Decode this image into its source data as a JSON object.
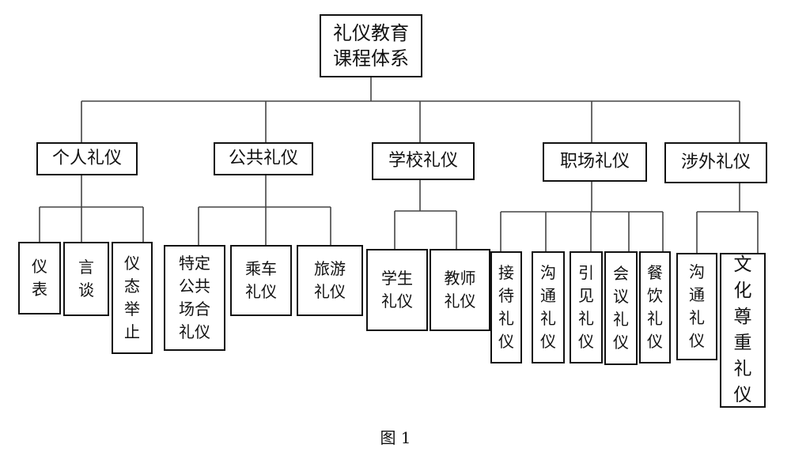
{
  "root": {
    "lines": [
      "礼仪教育",
      "课程体系"
    ]
  },
  "categories": [
    {
      "label": "个人礼仪",
      "children": [
        {
          "lines": [
            "仪",
            "表"
          ]
        },
        {
          "lines": [
            "言",
            "谈"
          ]
        },
        {
          "lines": [
            "仪",
            "态",
            "举",
            "止"
          ]
        }
      ]
    },
    {
      "label": "公共礼仪",
      "children": [
        {
          "lines": [
            "特定",
            "公共",
            "场合",
            "礼仪"
          ]
        },
        {
          "lines": [
            "乘车",
            "礼仪"
          ]
        },
        {
          "lines": [
            "旅游",
            "礼仪"
          ]
        }
      ]
    },
    {
      "label": "学校礼仪",
      "children": [
        {
          "lines": [
            "学生",
            "礼仪"
          ]
        },
        {
          "lines": [
            "教师",
            "礼仪"
          ]
        }
      ]
    },
    {
      "label": "职场礼仪",
      "children": [
        {
          "lines": [
            "接",
            "待",
            "礼",
            "仪"
          ]
        },
        {
          "lines": [
            "沟",
            "通",
            "礼",
            "仪"
          ]
        },
        {
          "lines": [
            "引",
            "见",
            "礼",
            "仪"
          ]
        },
        {
          "lines": [
            "会",
            "议",
            "礼",
            "仪"
          ]
        },
        {
          "lines": [
            "餐",
            "饮",
            "礼",
            "仪"
          ]
        }
      ]
    },
    {
      "label": "涉外礼仪",
      "children": [
        {
          "lines": [
            "沟",
            "通",
            "礼",
            "仪"
          ]
        },
        {
          "lines": [
            "文",
            "化",
            "尊",
            "重",
            "礼",
            "仪"
          ]
        }
      ]
    }
  ],
  "caption": "图 1"
}
